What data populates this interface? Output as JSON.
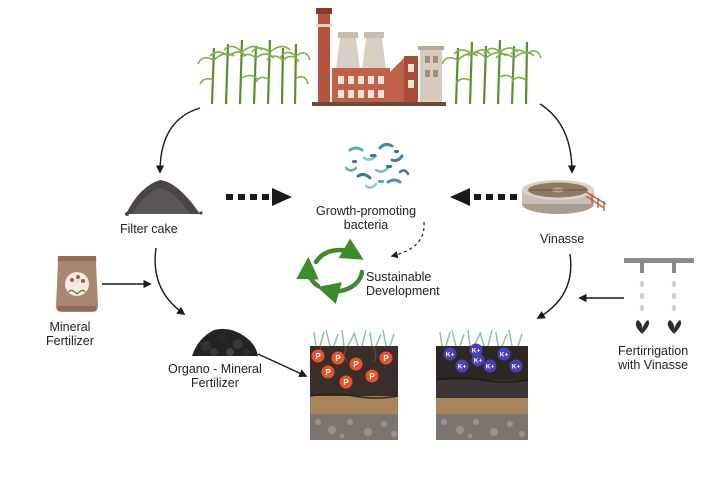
{
  "labels": {
    "filter_cake": "Filter cake",
    "growth_bacteria": [
      "Growth-promoting",
      "bacteria"
    ],
    "vinasse": "Vinasse",
    "sustainable": [
      "Sustainable",
      "Development"
    ],
    "mineral_fertilizer": [
      "Mineral",
      "Fertilizer"
    ],
    "organo_mineral": [
      "Organo - Mineral",
      "Fertilizer"
    ],
    "fertirrigation": [
      "Fertirrigation",
      "with Vinasse"
    ]
  },
  "nutrient_badges": {
    "left_soil": [
      "P",
      "P",
      "P",
      "P",
      "P",
      "P",
      "P"
    ],
    "right_soil": [
      "K+",
      "K+",
      "K+",
      "K+",
      "K+",
      "K+",
      "K+"
    ]
  },
  "colors": {
    "arrow": "#1a1a1a",
    "factory_brick": "#b5533c",
    "phosphorus": "#e8542a",
    "potassium": "#4a3fb5",
    "cycle_green": "#3f8a2a",
    "topsoil": "#3a2e2a",
    "subsoil": "#a6835a"
  },
  "icons": [
    "factory-icon",
    "sugarcane-icon",
    "bacteria-icon",
    "compost-pile-icon",
    "vinasse-tank-icon",
    "fertilizer-bag-icon",
    "cycle-arrows-icon",
    "sprinkler-icon"
  ]
}
